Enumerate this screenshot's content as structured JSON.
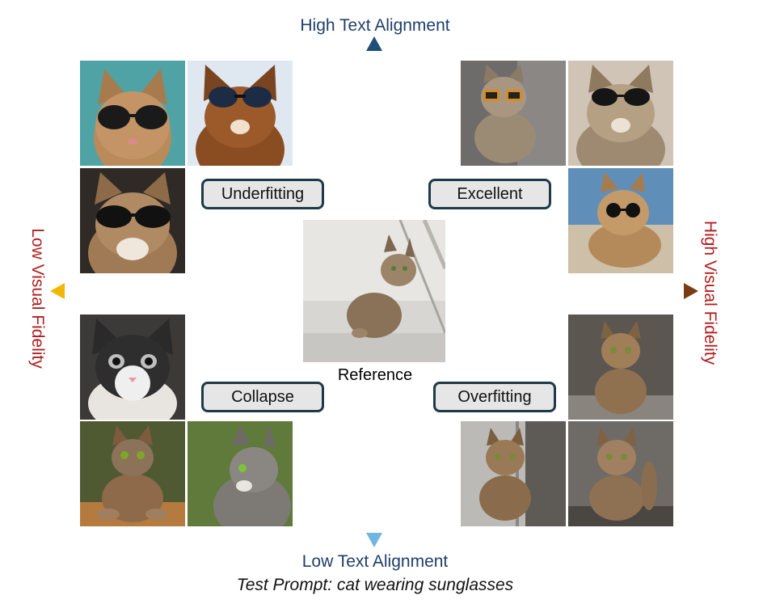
{
  "axes": {
    "top": "High Text Alignment",
    "bottom": "Low Text Alignment",
    "left": "Low Visual Fidelity",
    "right": "High Visual Fidelity"
  },
  "reference_label": "Reference",
  "caption": "Test Prompt: cat wearing sunglasses",
  "quadrants": {
    "top_left": "Underfitting",
    "top_right": "Excellent",
    "bottom_left": "Collapse",
    "bottom_right": "Overfitting"
  },
  "colors": {
    "vertical_top": "#1f4e79",
    "vertical_bottom": "#6fb6e0",
    "horizontal_left": "#f2b705",
    "horizontal_right": "#7a3b14",
    "fidelity_text": "#b11e1e",
    "alignment_text": "#1f3e6b"
  }
}
